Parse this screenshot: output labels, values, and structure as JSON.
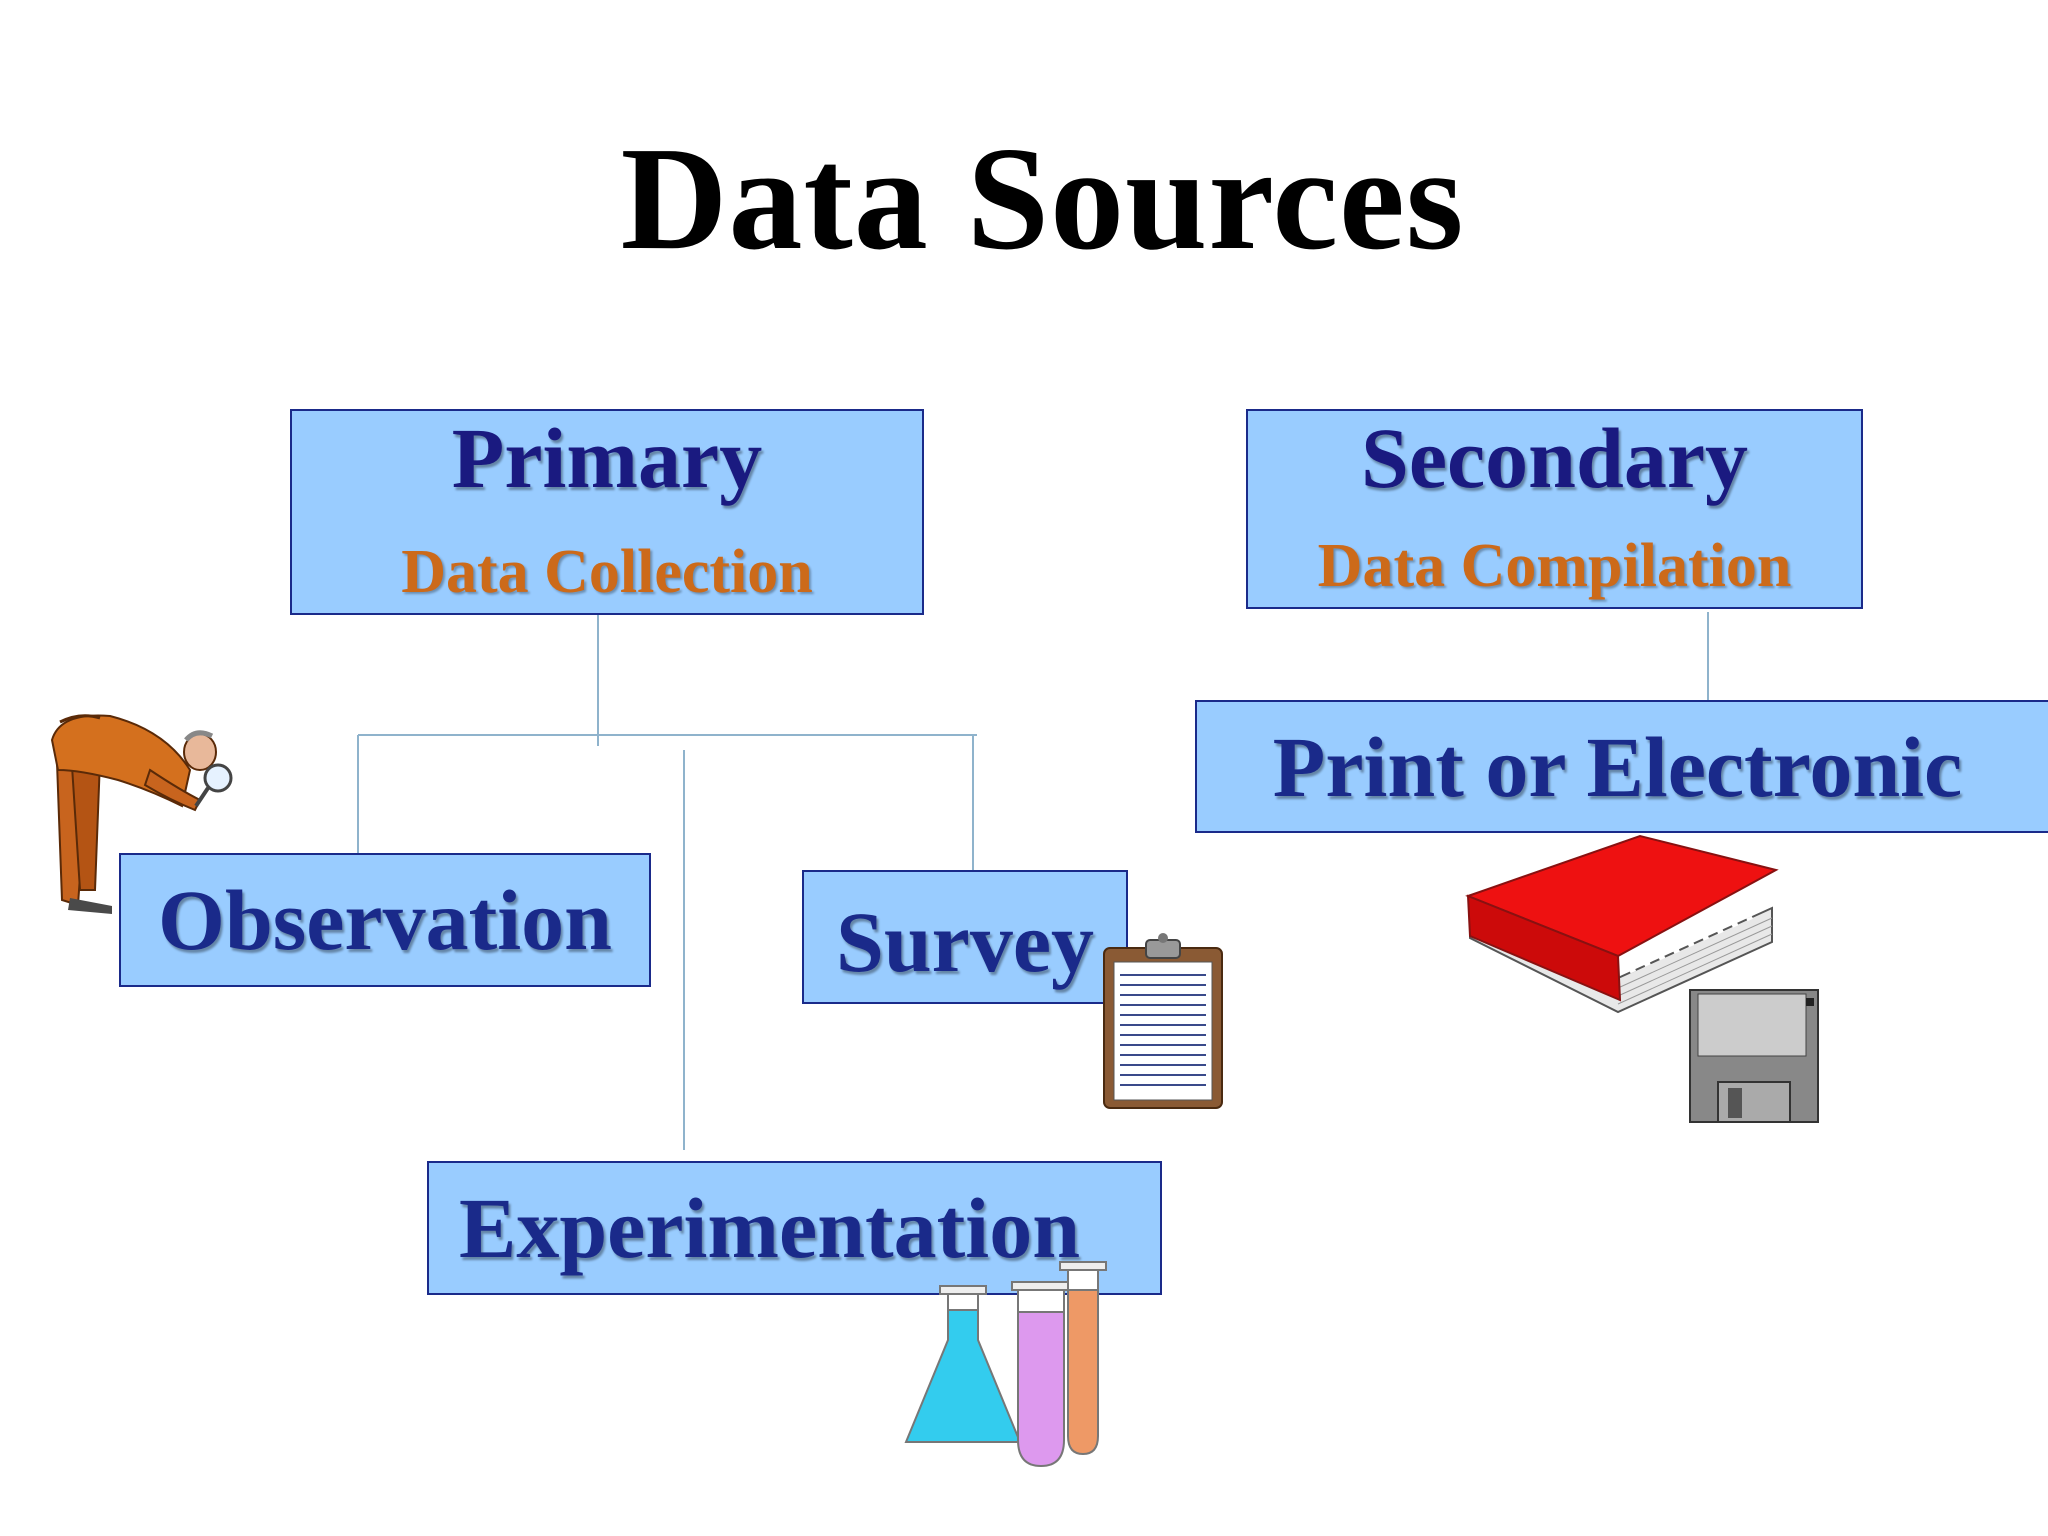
{
  "title": "Data Sources",
  "primary": {
    "title": "Primary",
    "subtitle": "Data Collection",
    "methods": {
      "observation": "Observation",
      "survey": "Survey",
      "experimentation": "Experimentation"
    }
  },
  "secondary": {
    "title": "Secondary",
    "subtitle": "Data Compilation",
    "source": "Print or Electronic"
  },
  "colors": {
    "box_fill": "#99ccff",
    "box_border": "#1a2a8a",
    "heading_text": "#1a1a80",
    "subtitle_text": "#cc6a1a",
    "connector": "#8fb3cc"
  },
  "icons": {
    "observation": "detective-magnifier-icon",
    "survey": "clipboard-icon",
    "experimentation": "lab-flask-test-tubes-icon",
    "print": "red-book-icon",
    "electronic": "floppy-disk-icon"
  }
}
